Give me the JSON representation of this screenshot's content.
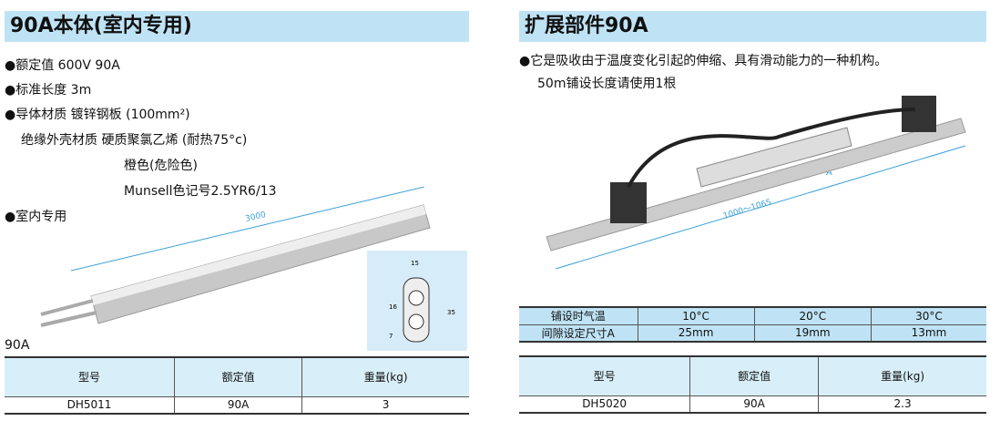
{
  "left": {
    "title": "90A本体(室内专用)",
    "specs": [
      "●额定值  600V 90A",
      "●标准长度 3m",
      "●导体材质  镀锌钢板 (100mm²)",
      "绝缘外壳材质  硬质聚氯乙烯 (耐热75°c)",
      "橙色(危险色)",
      "Munsell色记号2.5YR6/13",
      "●室内专用"
    ],
    "dimension_length": "3000",
    "section_dims": [
      "15",
      "16",
      "35",
      "7"
    ],
    "label": "90A",
    "table": {
      "headers": [
        "型号",
        "额定值",
        "重量(kg)"
      ],
      "row": [
        "DH5011",
        "90A",
        "3"
      ]
    }
  },
  "right": {
    "title": "扩展部件90A",
    "desc": [
      "●它是吸收由于温度变化引起的伸缩、具有滑动能力的一种机构。",
      "50m铺设长度请使用1根"
    ],
    "dimension_length": "1000～1065",
    "dimension_gap": "A",
    "temp_table": {
      "rows": [
        [
          "铺设时气温",
          "10°C",
          "20°C",
          "30°C"
        ],
        [
          "间隙设定尺寸A",
          "25mm",
          "19mm",
          "13mm"
        ]
      ]
    },
    "table": {
      "headers": [
        "型号",
        "额定值",
        "重量(kg)"
      ],
      "row": [
        "DH5020",
        "90A",
        "2.3"
      ]
    }
  }
}
